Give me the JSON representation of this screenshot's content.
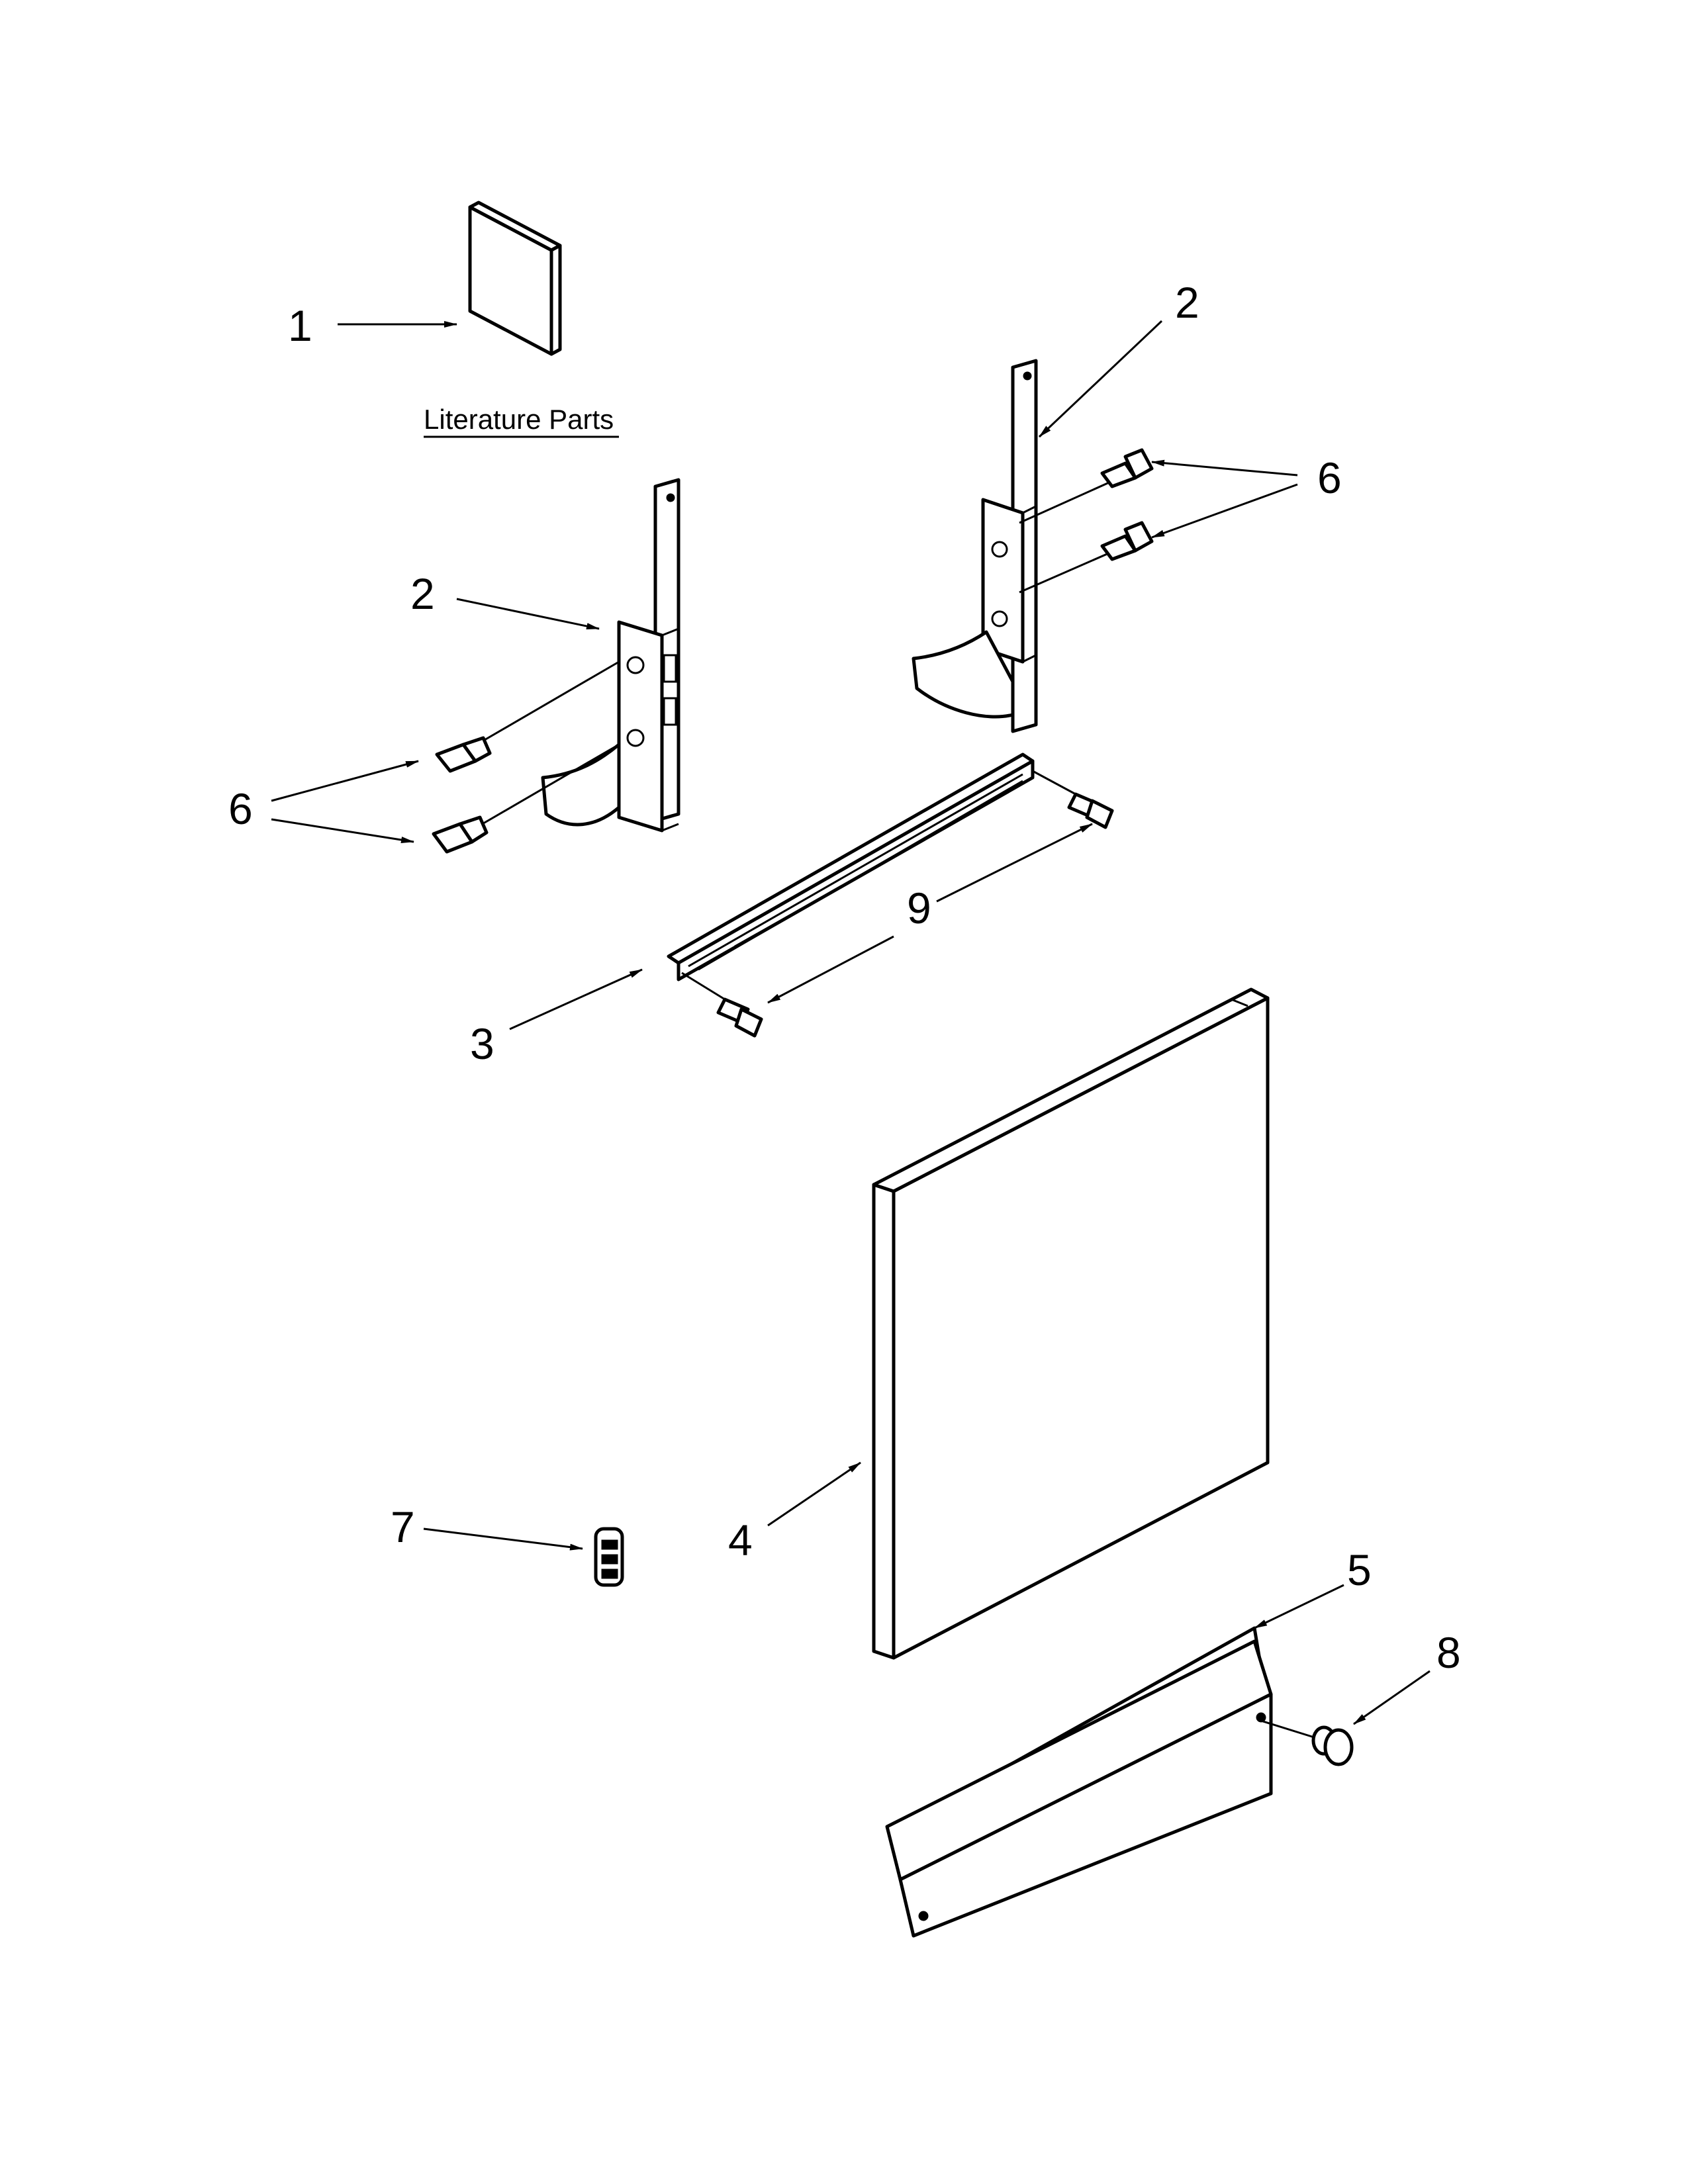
{
  "literature_caption": "Literature Parts",
  "callouts": {
    "c1": "1",
    "c2a": "2",
    "c2b": "2",
    "c3": "3",
    "c4": "4",
    "c5": "5",
    "c6a": "6",
    "c6b": "6",
    "c7": "7",
    "c8": "8",
    "c9": "9"
  }
}
